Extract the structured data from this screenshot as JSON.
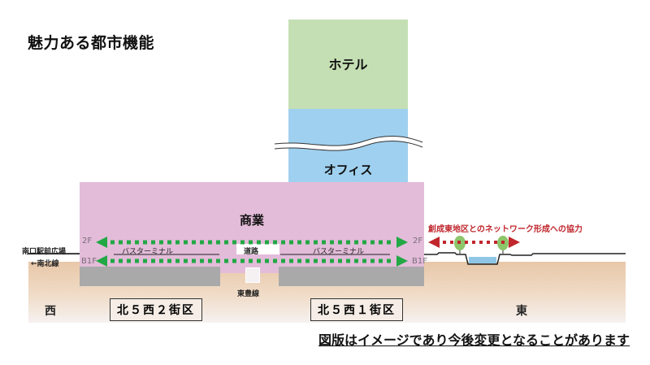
{
  "title": "魅力ある都市機能",
  "floors": {
    "hotel": "ホテル",
    "office": "オフィス",
    "commerce": "商業"
  },
  "levels": {
    "upper": "2F",
    "lower": "B1F"
  },
  "left_labels": {
    "plaza": "南口駅前広場",
    "line": "←南北線"
  },
  "corridor": {
    "bus_terminal_left": "バスターミナル",
    "road": "道路",
    "bus_terminal_right": "バスターミナル",
    "subway": "東豊線"
  },
  "network_label": "創成東地区とのネットワーク形成への協力",
  "districts": {
    "west_block": "北５西２街区",
    "east_block": "北５西１街区"
  },
  "directions": {
    "west": "西",
    "east": "東"
  },
  "notice": "図版はイメージであり今後変更となることがあります",
  "colors": {
    "hotel": "#c5dfb4",
    "office": "#9fd0ef",
    "commerce": "#e3bcd9",
    "underground": "#a9a9aa",
    "ground": "#e8c7a8",
    "pedestrian_arrow": "#22a845",
    "network_arrow": "#c0262c",
    "tree": "#8cc56a",
    "water": "#8fc6e6"
  }
}
